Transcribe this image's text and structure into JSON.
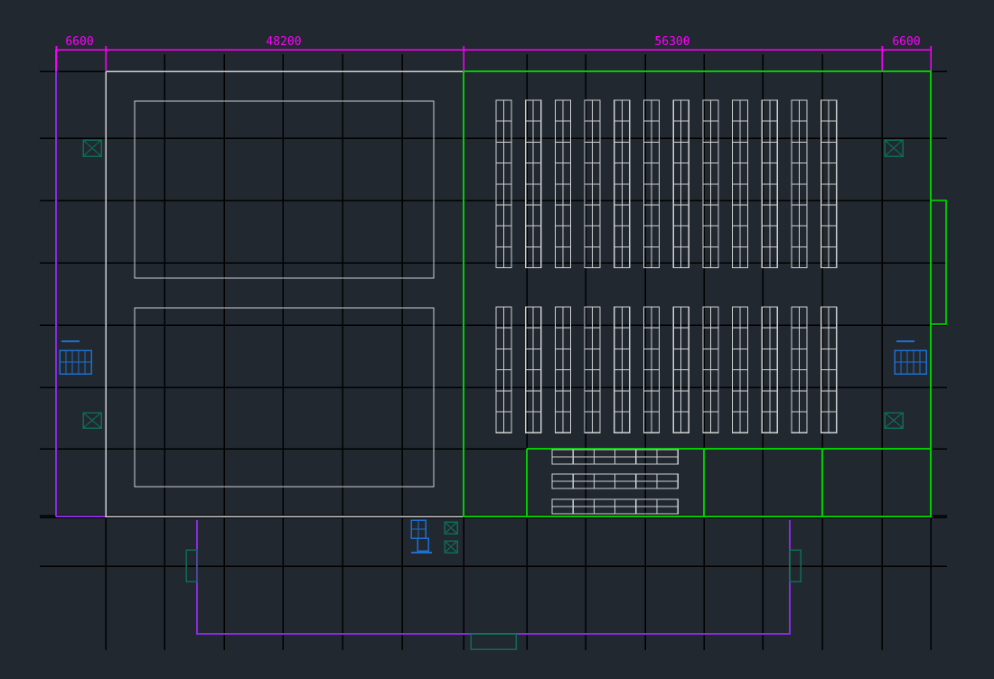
{
  "dimensions": [
    {
      "id": "dim-left-6600",
      "label": "6600"
    },
    {
      "id": "dim-48200",
      "label": "48200"
    },
    {
      "id": "dim-56300",
      "label": "56300"
    },
    {
      "id": "dim-right-6600",
      "label": "6600"
    }
  ],
  "colors": {
    "background": "#212830",
    "grid": "#000000",
    "dimension": "#ff00ff",
    "outline_purple": "#8a2be2",
    "zone_white": "#d0d0d0",
    "zone_green": "#00cc00",
    "equipment_blue": "#1e6fd0",
    "equipment_teal": "#0e6b55"
  },
  "racks": {
    "upper_block": {
      "columns": 12,
      "rows_per_column": 8
    },
    "lower_block": {
      "columns": 12,
      "rows_per_column": 6
    },
    "shelf_rows": {
      "rows": 3,
      "units_per_row": 6
    }
  }
}
